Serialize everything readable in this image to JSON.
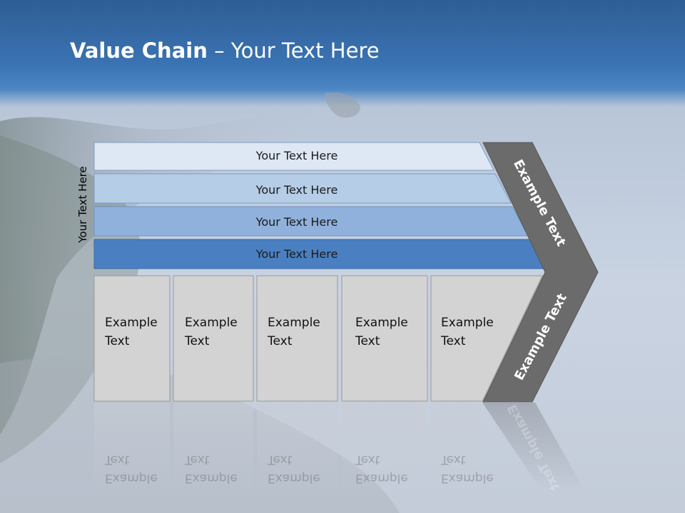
{
  "slide": {
    "title_bold": "Value Chain",
    "title_rest": " – Your Text Here",
    "side_label": "Your Text Here"
  },
  "bars": [
    {
      "label": "Your Text Here",
      "fill": "#dde8f4"
    },
    {
      "label": "Your Text Here",
      "fill": "#b5cde6"
    },
    {
      "label": "Your Text Here",
      "fill": "#8fb1dc"
    },
    {
      "label": "Your Text Here",
      "fill": "#4a80c2"
    }
  ],
  "boxes": [
    {
      "label": "Example\nText"
    },
    {
      "label": "Example\nText"
    },
    {
      "label": "Example\nText"
    },
    {
      "label": "Example\nText"
    },
    {
      "label": "Example\nText"
    }
  ],
  "chevron": {
    "top_label": "Example Text",
    "bottom_label": "Example Text",
    "fill": "#6b6b6b"
  }
}
